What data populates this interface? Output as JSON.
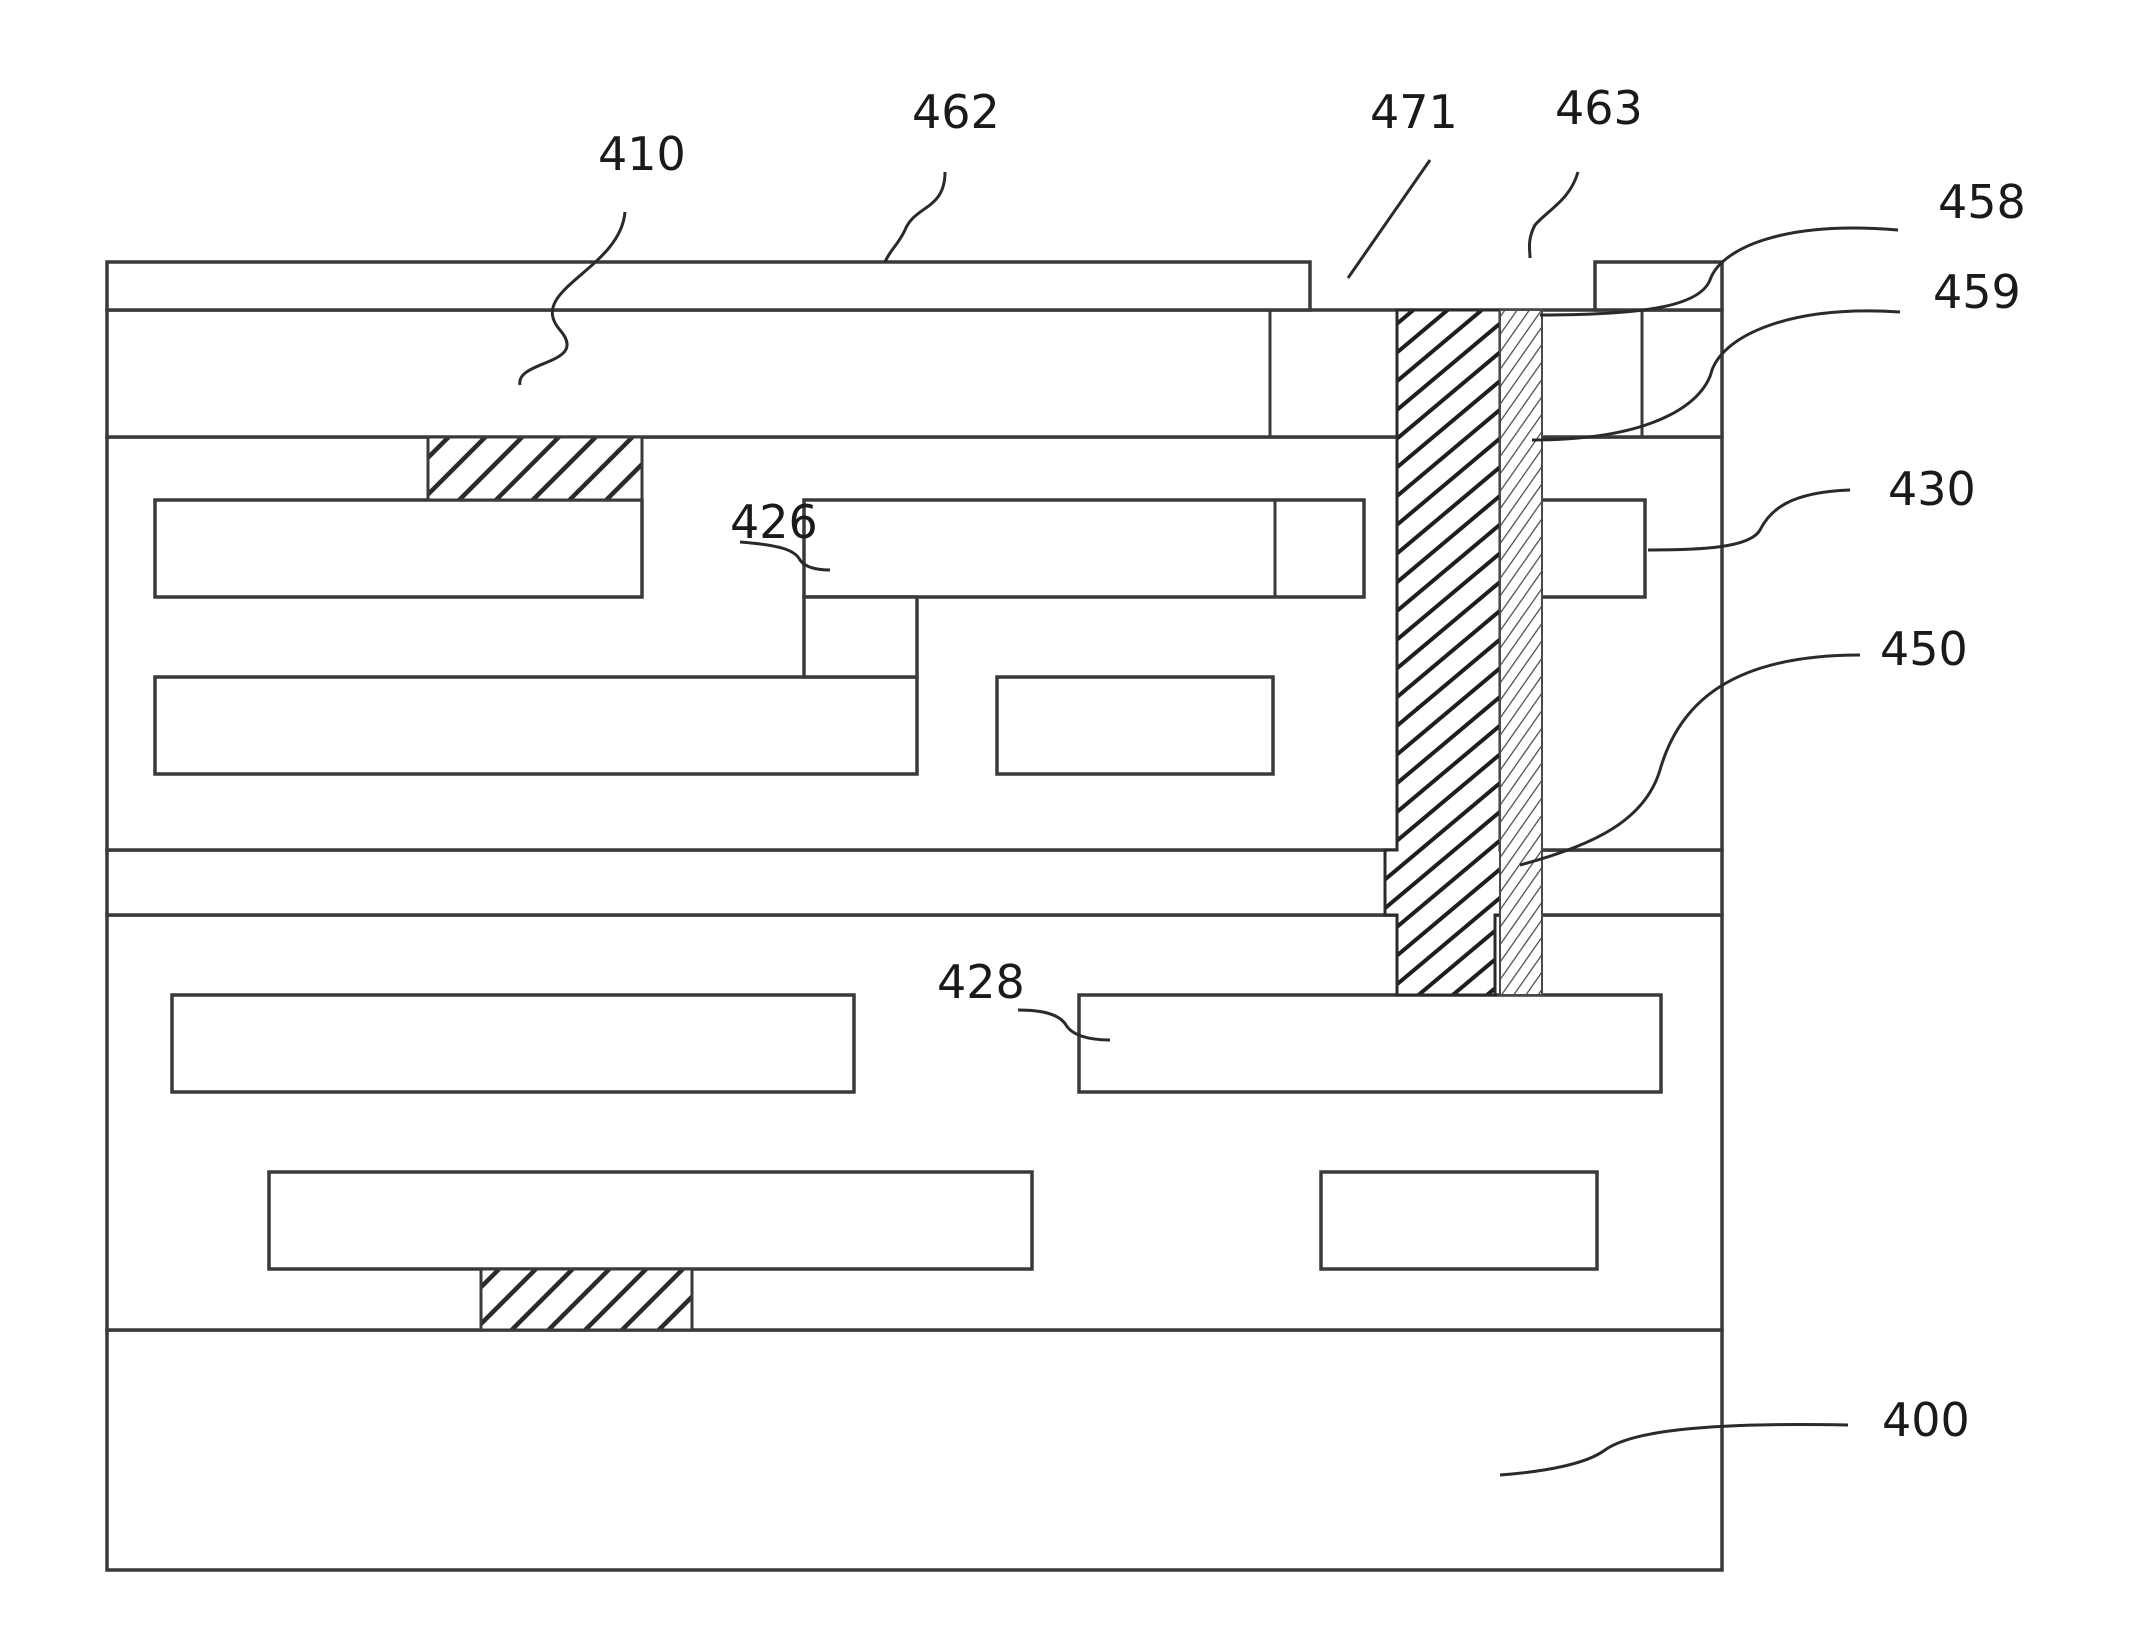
{
  "figure": {
    "labels": {
      "l400": "400",
      "l410": "410",
      "l426": "426",
      "l428": "428",
      "l430": "430",
      "l450": "450",
      "l458": "458",
      "l459": "459",
      "l462": "462",
      "l463": "463",
      "l471": "471"
    }
  },
  "colors": {
    "line": "#3a3a3a",
    "background": "#ffffff",
    "text": "#1a1a1a"
  }
}
